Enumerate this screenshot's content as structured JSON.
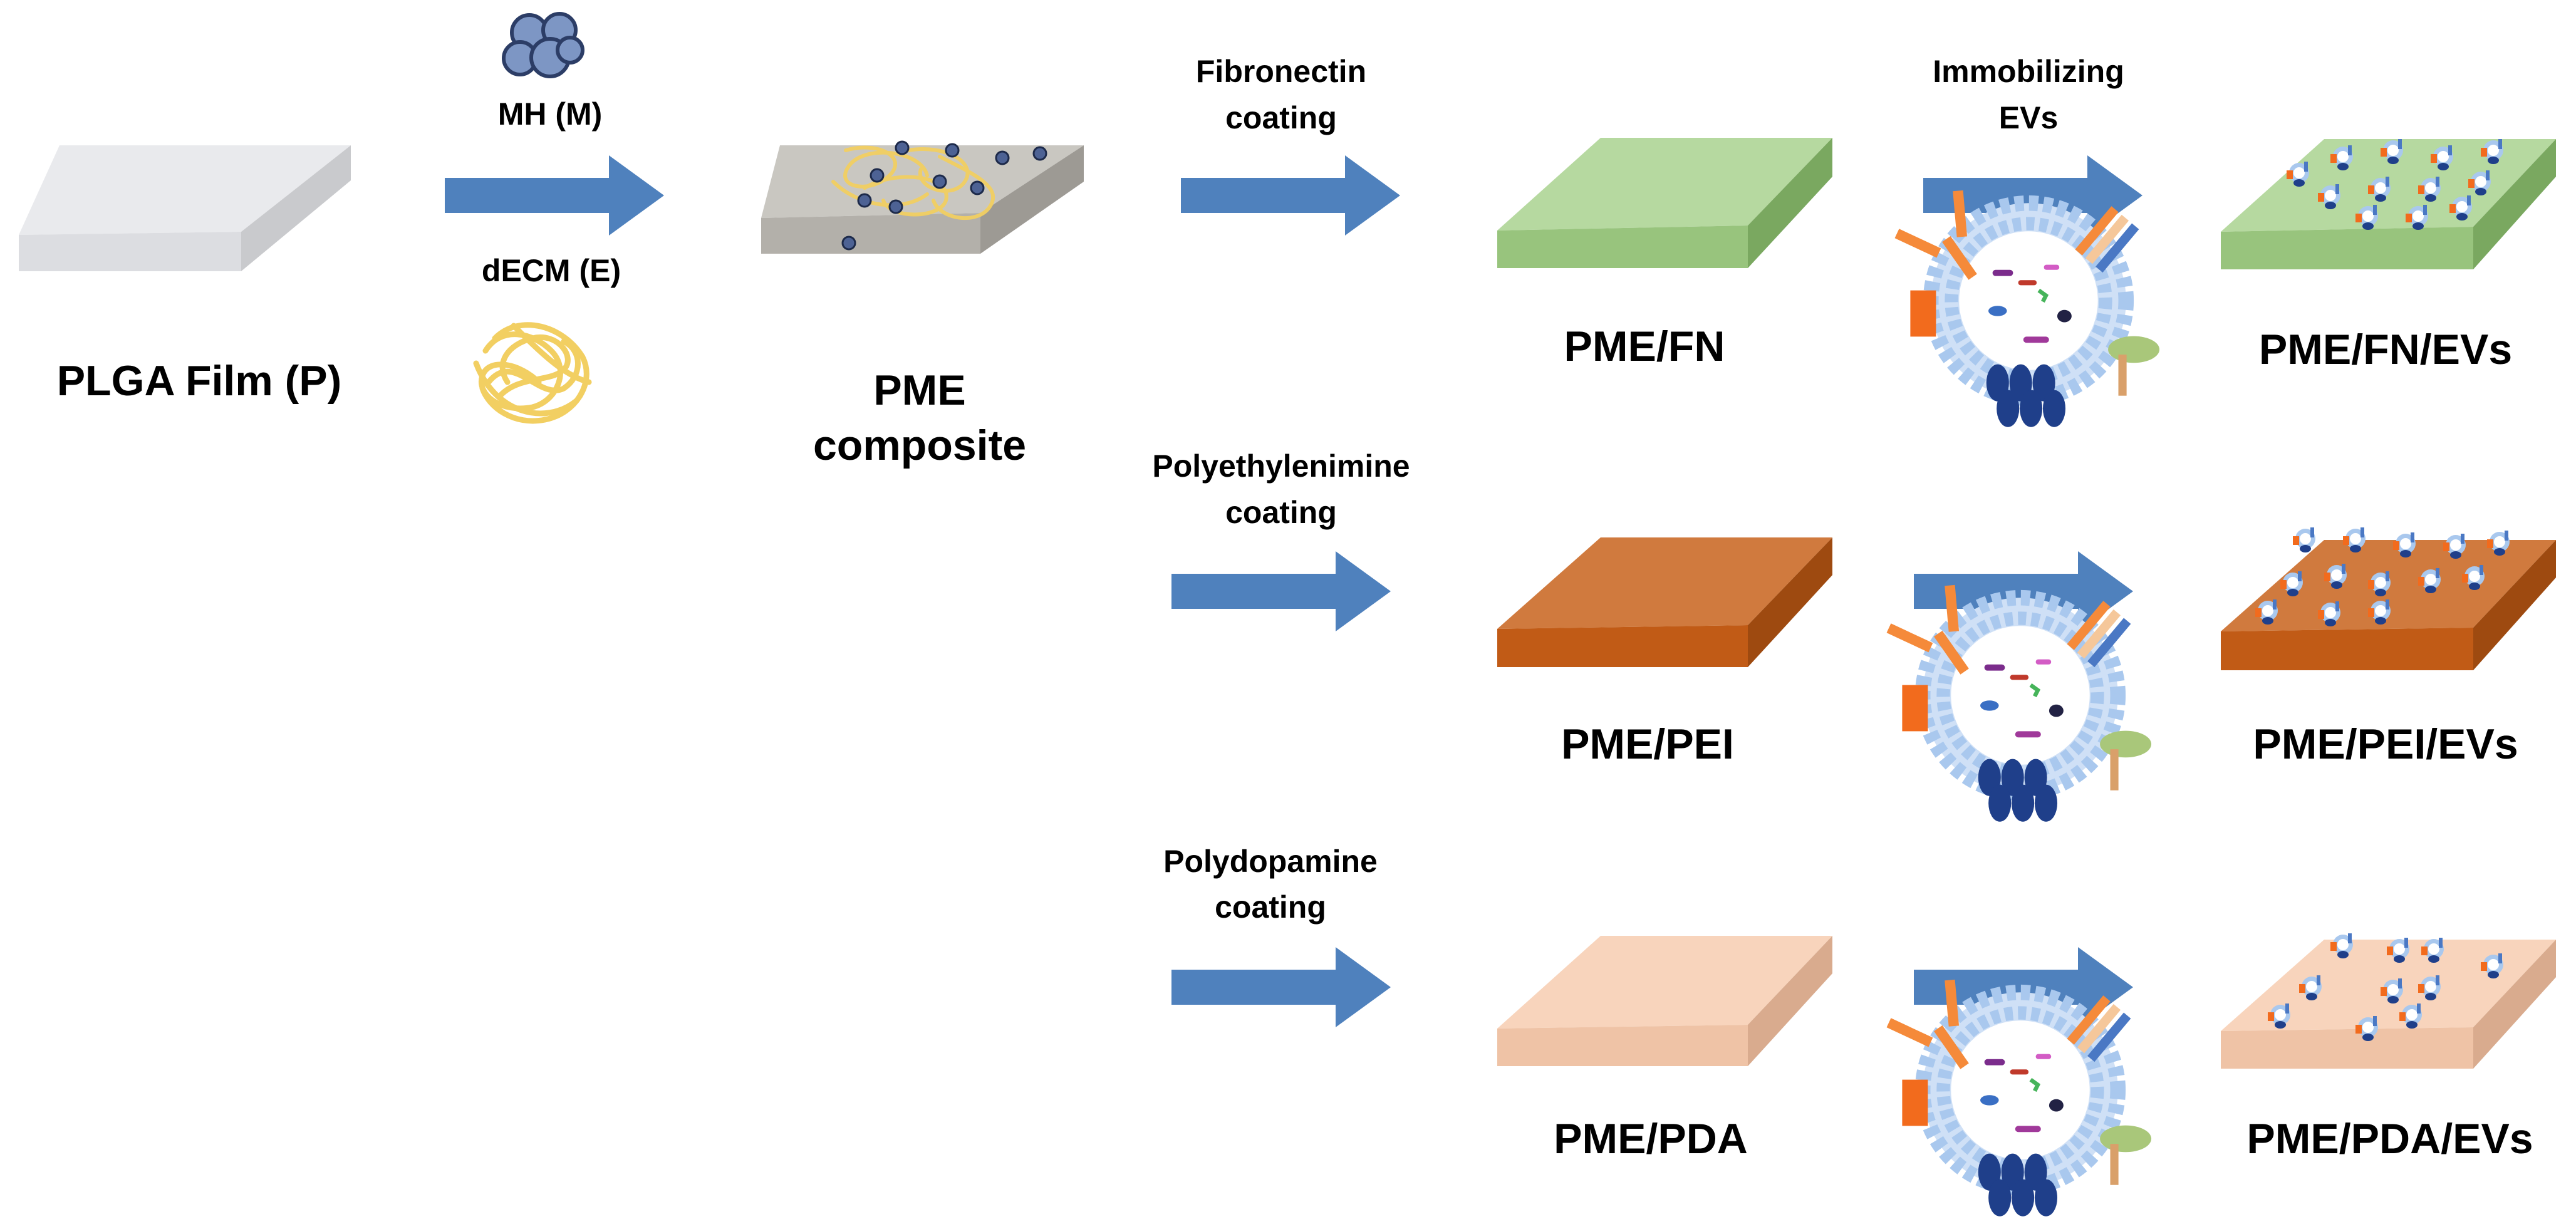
{
  "colors": {
    "arrow": "#4f81bd",
    "plga_top": "#e9eaed",
    "fn_top": "#b6d9a0",
    "pei_top": "#d07a3e",
    "pda_top": "#f8d4bc",
    "ecm_fiber": "#f2cf62",
    "mh_particle": "#7d96c4",
    "vesicle_membrane": "#a9c8ee",
    "ev_antibody_orange": "#f58a3a",
    "ev_antibody_blue": "#4a78c4",
    "ev_receptor_green": "#a9c77a"
  },
  "labels": {
    "plga": "PLGA Film (P)",
    "mh": "MH (M)",
    "decm": "dECM (E)",
    "pme_line1": "PME",
    "pme_line2": "composite",
    "fn_step_line1": "Fibronectin",
    "fn_step_line2": "coating",
    "pei_step_line1": "Polyethylenimine",
    "pei_step_line2": "coating",
    "pda_step_line1": "Polydopamine",
    "pda_step_line2": "coating",
    "immob_line1": "Immobilizing",
    "immob_line2": "EVs",
    "pme_fn": "PME/FN",
    "pme_pei": "PME/PEI",
    "pme_pda": "PME/PDA",
    "pme_fn_evs": "PME/FN/EVs",
    "pme_pei_evs": "PME/PEI/EVs",
    "pme_pda_evs": "PME/PDA/EVs"
  }
}
